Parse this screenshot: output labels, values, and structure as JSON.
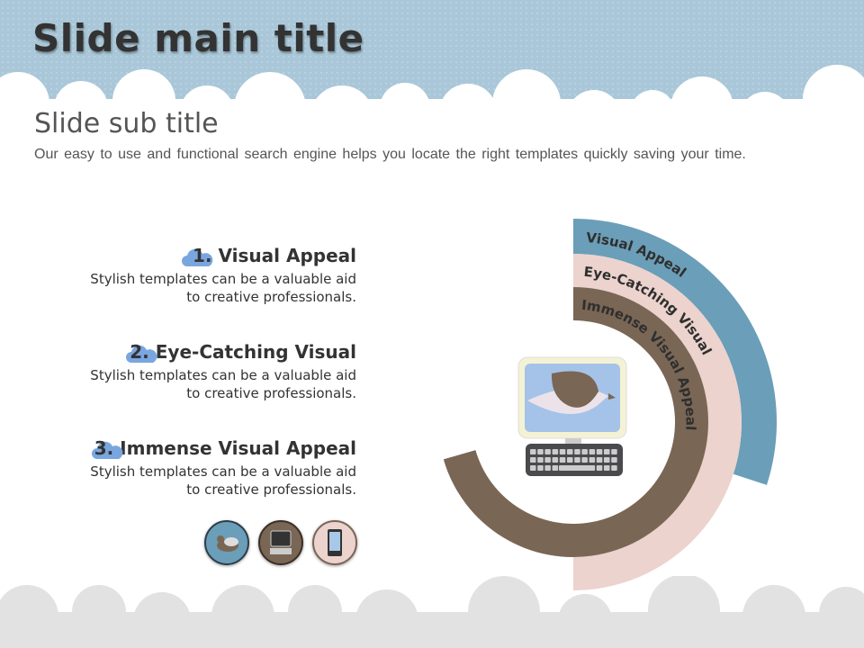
{
  "header": {
    "title": "Slide main title"
  },
  "subtitle": "Slide sub title",
  "description": "Our easy to use and functional search engine helps you locate the right templates  quickly  saving your time.",
  "items": [
    {
      "number": "1.",
      "title": "Visual Appeal",
      "line1": "Stylish templates can be a valuable aid",
      "line2": "to creative professionals."
    },
    {
      "number": "2.",
      "title": "Eye-Catching Visual",
      "line1": "Stylish templates can be a valuable aid",
      "line2": "to creative professionals."
    },
    {
      "number": "3.",
      "title": "Immense Visual Appeal",
      "line1": "Stylish templates can be a valuable aid",
      "line2": "to creative professionals."
    }
  ],
  "arcs": [
    {
      "label": "Visual Appeal",
      "color": "#6b9eb8",
      "sweep_deg": 108
    },
    {
      "label": "Eye-Catching Visual",
      "color": "#ecd3cd",
      "sweep_deg": 180
    },
    {
      "label": "Immense Visual Appeal",
      "color": "#7a6655",
      "sweep_deg": 254
    }
  ],
  "colors": {
    "header_bg": "#a9c7d8",
    "cloud_accent": "#7aa6e0",
    "footer_cloud": "#e2e2e2"
  }
}
